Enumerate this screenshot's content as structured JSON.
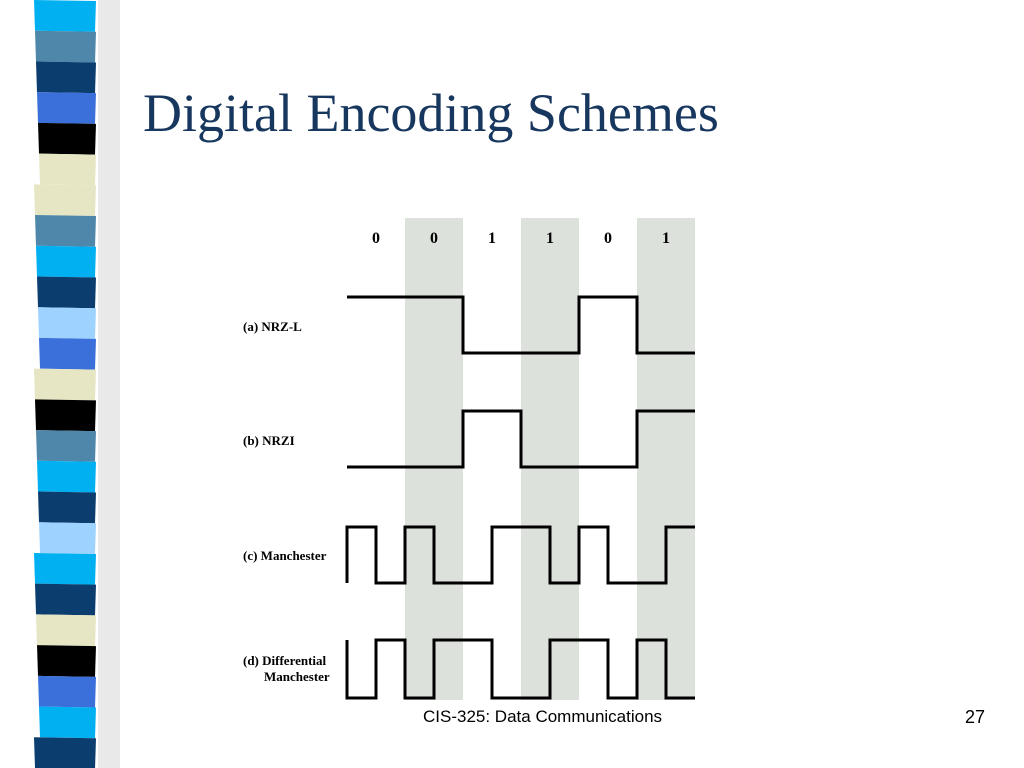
{
  "slide": {
    "title": "Digital Encoding Schemes",
    "footer": "CIS-325: Data Communications",
    "page_number": "27",
    "title_color": "#17375e"
  },
  "sidebar": {
    "palette": [
      "#00b0f0",
      "#4e87a9",
      "#0b3d6e",
      "#3b6fd9",
      "#000000",
      "#e6e6c4",
      "#9fd3ff"
    ],
    "pattern": [
      "#00b0f0",
      "#4e87a9",
      "#0b3d6e",
      "#3b6fd9",
      "#000000",
      "#e6e6c4",
      "#e6e6c4",
      "#4e87a9",
      "#00b0f0",
      "#0b3d6e",
      "#9fd3ff",
      "#3b6fd9",
      "#e6e6c4",
      "#000000",
      "#4e87a9",
      "#00b0f0",
      "#0b3d6e",
      "#9fd3ff",
      "#00b0f0",
      "#0b3d6e",
      "#e6e6c4",
      "#000000",
      "#3b6fd9",
      "#00b0f0",
      "#0b3d6e"
    ]
  },
  "diagram": {
    "bits": [
      "0",
      "0",
      "1",
      "1",
      "0",
      "1"
    ],
    "highlight_color": "#dde1dc",
    "signals": [
      {
        "label_lines": [
          "(a) NRZ-L"
        ],
        "levels": [
          1,
          1,
          0,
          0,
          1,
          0
        ]
      },
      {
        "label_lines": [
          "(b) NRZI"
        ],
        "levels": [
          0,
          0,
          1,
          0,
          0,
          1
        ]
      },
      {
        "label_lines": [
          "(c) Manchester"
        ],
        "levels": [
          1,
          0,
          1,
          0,
          0,
          1,
          1,
          0,
          1,
          0,
          0,
          1
        ]
      },
      {
        "label_lines": [
          "(d) Differential",
          "Manchester"
        ],
        "levels": [
          0,
          1,
          0,
          1,
          1,
          0,
          0,
          1,
          1,
          0,
          1,
          0
        ]
      }
    ]
  }
}
